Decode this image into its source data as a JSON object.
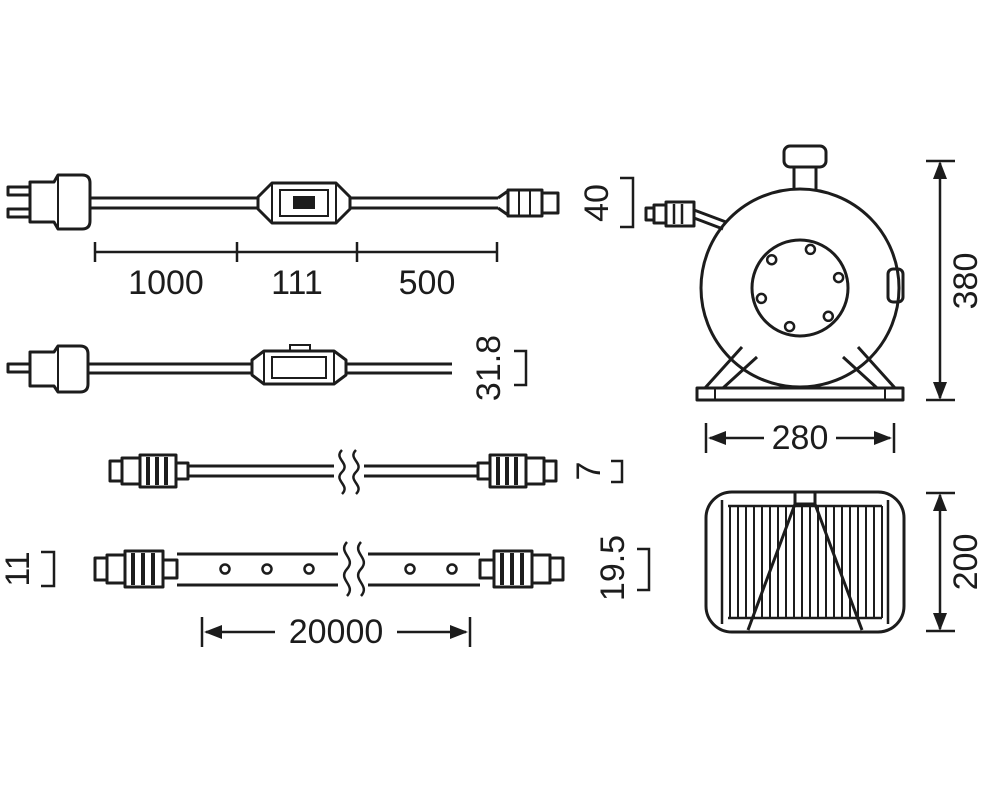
{
  "drawing": {
    "kind": "technical-dimension-drawing",
    "subject": "cable reel with inline converter, plug cable and extension strip"
  },
  "dimensions": {
    "plug_cable_length": "1000",
    "converter_length": "111",
    "end_cable_length": "500",
    "converter_width": "40",
    "converter_height": "31.8",
    "cable_diameter": "7",
    "strip_width": "11",
    "connector_diameter": "19.5",
    "strip_length": "20000",
    "reel_height": "380",
    "reel_width": "280",
    "reel_depth": "200"
  },
  "colors": {
    "line": "#1c1c1c",
    "background": "#ffffff"
  }
}
